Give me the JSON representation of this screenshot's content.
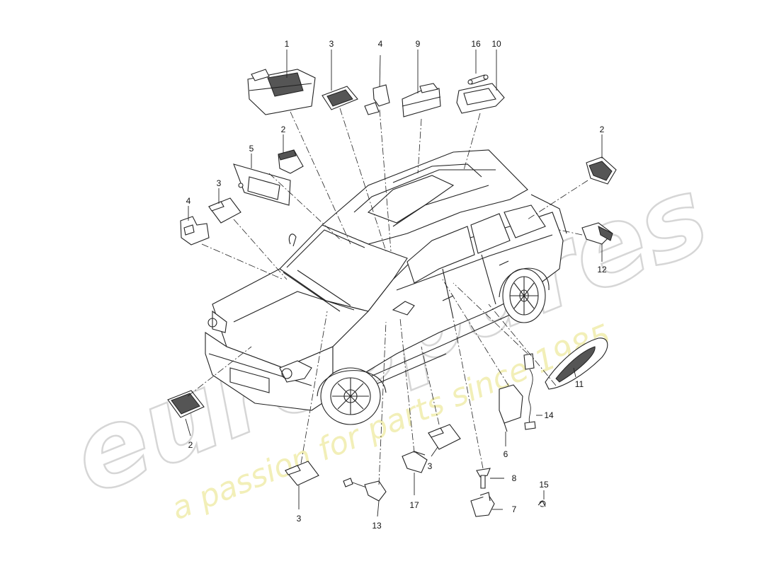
{
  "watermark": {
    "brand": "eurospares",
    "tagline": "a passion for parts since 1985"
  },
  "callouts": [
    {
      "id": "c1",
      "text": "1"
    },
    {
      "id": "c3a",
      "text": "3"
    },
    {
      "id": "c4a",
      "text": "4"
    },
    {
      "id": "c9",
      "text": "9"
    },
    {
      "id": "c16",
      "text": "16"
    },
    {
      "id": "c10",
      "text": "10"
    },
    {
      "id": "c2a",
      "text": "2"
    },
    {
      "id": "c5",
      "text": "5"
    },
    {
      "id": "c3b",
      "text": "3"
    },
    {
      "id": "c4b",
      "text": "4"
    },
    {
      "id": "c2b",
      "text": "2"
    },
    {
      "id": "c12",
      "text": "12"
    },
    {
      "id": "c11",
      "text": "11"
    },
    {
      "id": "c14",
      "text": "14"
    },
    {
      "id": "c6",
      "text": "6"
    },
    {
      "id": "c8",
      "text": "8"
    },
    {
      "id": "c7",
      "text": "7"
    },
    {
      "id": "c15",
      "text": "15"
    },
    {
      "id": "c3c",
      "text": "3"
    },
    {
      "id": "c17",
      "text": "17"
    },
    {
      "id": "c13",
      "text": "13"
    },
    {
      "id": "c3d",
      "text": "3"
    },
    {
      "id": "c2c",
      "text": "2"
    }
  ],
  "colors": {
    "line": "#222222",
    "watermark_outline": "#d6d6d6",
    "watermark_fill": "#f2efb8"
  }
}
